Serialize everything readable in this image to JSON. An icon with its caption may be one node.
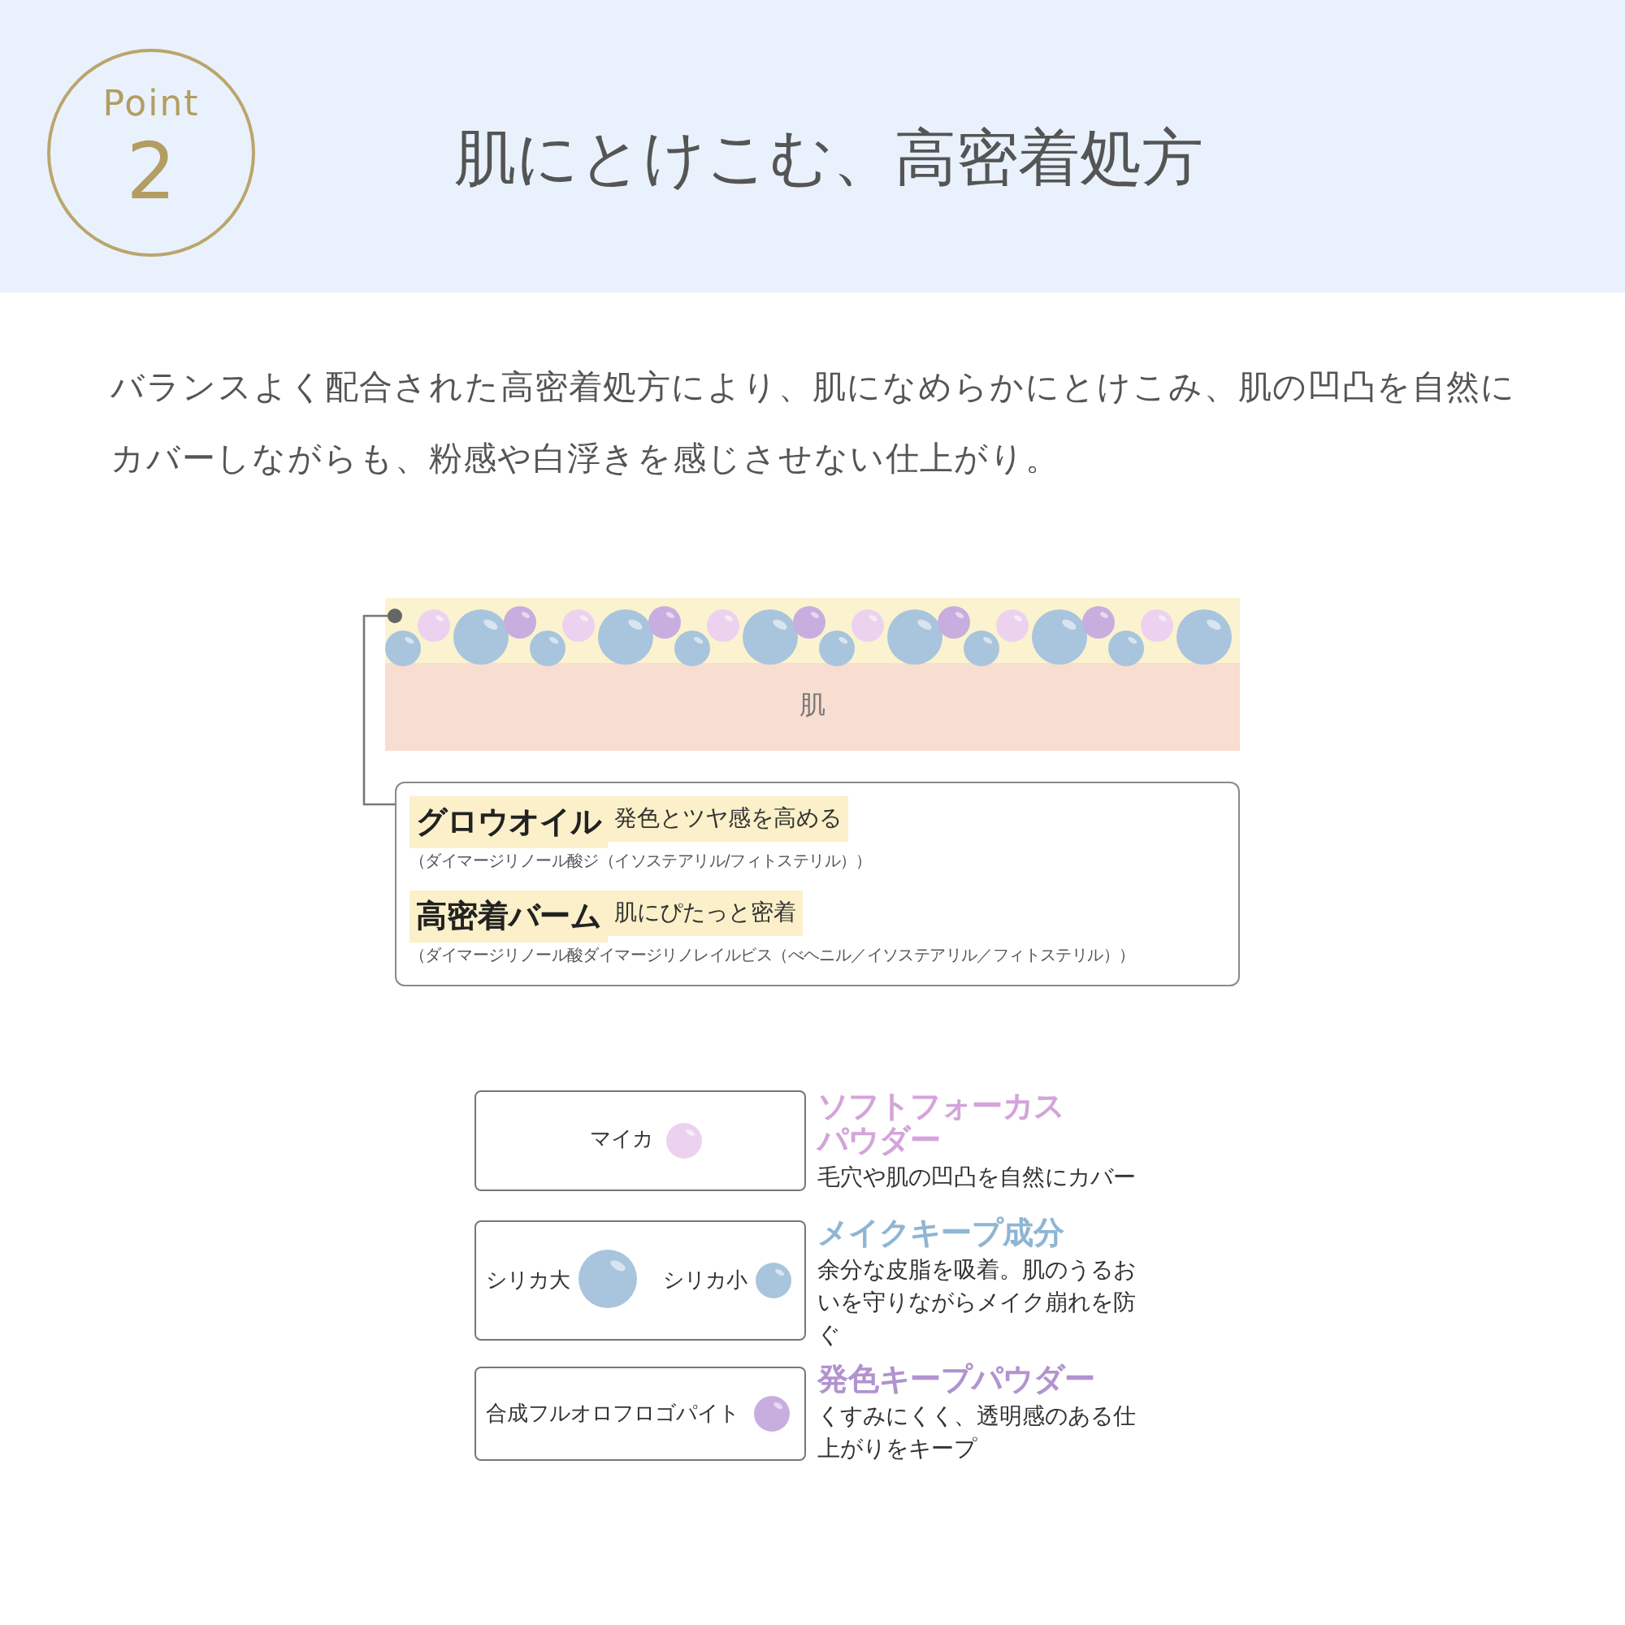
{
  "diagram": {
    "title": "肌にとけこむ、高密着処方",
    "nodes": [
      {
        "text": [
          "Point",
          "2"
        ]
      },
      {
        "text": [
          "肌"
        ]
      },
      {
        "text": [],
        "shape": "bar"
      },
      {
        "text": [
          "グロウオイル",
          "発色とツヤ感を高める",
          "（ダイマージリノール酸ジ（イソステアリル/フィトステリル））",
          "高密着バーム",
          "肌にぴたっと密着",
          "（ダイマージリノール酸ダイマージリノレイルビス（べヘニル／イソステアリル／フィトステリル））"
        ]
      },
      {
        "text": [
          "マイカ"
        ],
        "beside": [
          "ソフトフォーカスパウダー",
          "毛穴や肌の凹凸を自然にカバー"
        ]
      },
      {
        "text": [
          "シリカ大",
          "シリカ小"
        ],
        "beside": [
          "メイクキープ成分",
          "余分な皮脂を吸着。肌のうるおいを守りながらメイク崩れを防ぐ"
        ]
      },
      {
        "text": [
          "合成フルオロフロゴパイト"
        ],
        "beside": [
          "発色キープパウダー",
          "くすみにくく、透明感のある仕上がりをキープ"
        ]
      }
    ],
    "edges": [
      {
        "from": 3,
        "to": 2,
        "arrow": "other"
      }
    ],
    "labels": [
      "バランスよく配合された高密着処方により、肌になめらかにとけこみ、肌の凹凸を自然にカバーしながらも、粉感や白浮きを感じさせない仕上がり。"
    ]
  }
}
